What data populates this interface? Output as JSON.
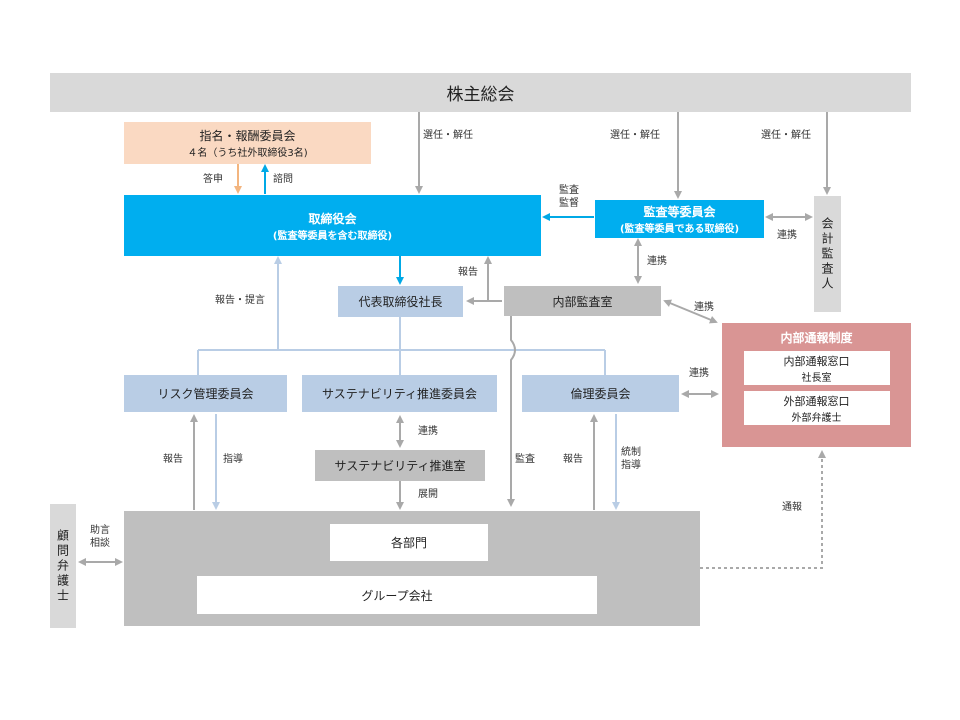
{
  "shareholders": "株主総会",
  "nomination": {
    "title": "指名・報酬委員会",
    "sub": "４名（うち社外取締役3名)"
  },
  "board": {
    "title": "取締役会",
    "sub": "(監査等委員を含む取締役)"
  },
  "audit_committee": {
    "title": "監査等委員会",
    "sub": "(監査等委員である取締役)"
  },
  "accounting_auditor": "会計監査人",
  "president": "代表取締役社長",
  "internal_audit": "内部監査室",
  "whistle": {
    "title": "内部通報制度",
    "internal": {
      "title": "内部通報窓口",
      "sub": "社長室"
    },
    "external": {
      "title": "外部通報窓口",
      "sub": "外部弁護士"
    }
  },
  "risk": "リスク管理委員会",
  "sustainability_committee": "サステナビリティ推進委員会",
  "ethics": "倫理委員会",
  "sustainability_office": "サステナビリティ推進室",
  "departments": "各部門",
  "group": "グループ会社",
  "advisor": "顧問弁護士",
  "labels": {
    "elect1": "選任・解任",
    "elect2": "選任・解任",
    "elect3": "選任・解任",
    "answer": "答申",
    "consult": "諮問",
    "audit_supervise_1": "監査",
    "audit_supervise_2": "監督",
    "coop_audit_acc": "連携",
    "coop_audit_internal": "連携",
    "coop_internal_whistle": "連携",
    "report_internal": "報告",
    "report_propose": "報告・提言",
    "coop_ethics_whistle": "連携",
    "report_risk": "報告",
    "guide_risk": "指導",
    "coop_sust": "連携",
    "deploy": "展開",
    "audit_depts": "監査",
    "report_ethics": "報告",
    "control_1": "統制",
    "control_2": "指導",
    "whistle_report": "通報",
    "advice_1": "助言",
    "advice_2": "相談"
  }
}
